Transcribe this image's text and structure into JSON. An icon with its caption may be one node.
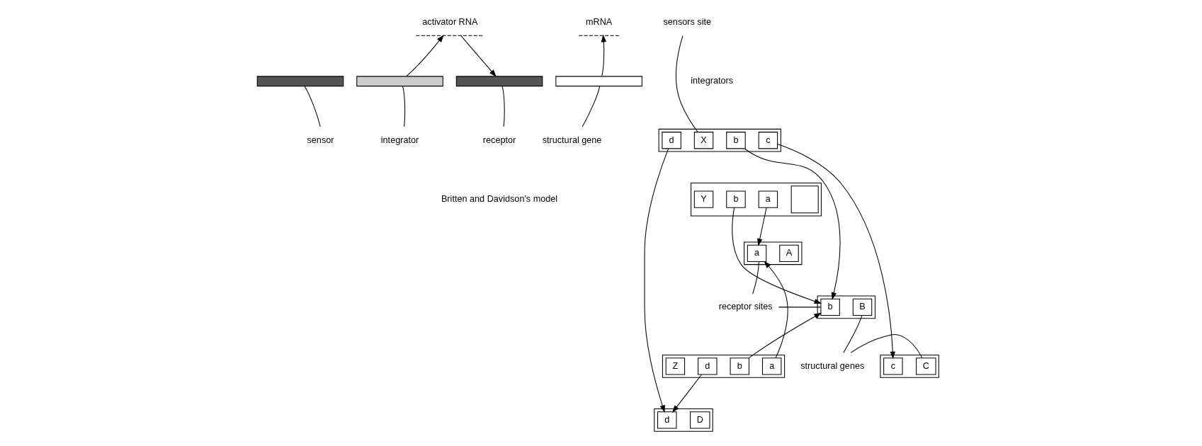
{
  "diagram": {
    "nodes": [
      {
        "text": [
          "activator RNA"
        ]
      },
      {
        "text": [
          "mRNA"
        ]
      },
      {
        "text": [],
        "shape": "bar"
      },
      {
        "text": [],
        "shape": "bar"
      },
      {
        "text": [],
        "shape": "bar"
      },
      {
        "text": [],
        "shape": "bar"
      },
      {
        "text": [
          "sensor"
        ]
      },
      {
        "text": [
          "integrator"
        ]
      },
      {
        "text": [
          "receptor"
        ]
      },
      {
        "text": [
          "structural gene"
        ]
      },
      {
        "text": [],
        "shape": "bar"
      },
      {
        "text": [
          "X"
        ],
        "in": 10
      },
      {
        "text": [
          "d"
        ],
        "in": 10
      },
      {
        "text": [
          "c"
        ],
        "in": 10
      },
      {
        "text": [
          "b"
        ],
        "in": 10
      },
      {
        "text": [],
        "shape": "bar"
      },
      {
        "text": [
          "Y"
        ],
        "in": 15
      },
      {
        "text": [
          "b"
        ],
        "in": 15
      },
      {
        "text": [
          "a"
        ],
        "in": 15
      },
      {
        "text": [],
        "shape": "box",
        "in": 15
      },
      {
        "text": [],
        "shape": "bar"
      },
      {
        "text": [
          "a"
        ],
        "in": 20
      },
      {
        "text": [
          "A"
        ],
        "in": 20
      },
      {
        "text": [],
        "shape": "bar"
      },
      {
        "text": [
          "b"
        ],
        "in": 23
      },
      {
        "text": [
          "B"
        ],
        "in": 23
      },
      {
        "text": [],
        "shape": "bar"
      },
      {
        "text": [
          "c"
        ],
        "in": 26
      },
      {
        "text": [
          "C"
        ],
        "in": 26
      },
      {
        "text": [],
        "shape": "bar"
      },
      {
        "text": [
          "d"
        ],
        "in": 29
      },
      {
        "text": [
          "D"
        ],
        "in": 29
      },
      {
        "text": [],
        "shape": "bar"
      },
      {
        "text": [
          "Z"
        ],
        "in": 32
      },
      {
        "text": [
          "d"
        ],
        "in": 32
      },
      {
        "text": [
          "b"
        ],
        "in": 32
      },
      {
        "text": [
          "a"
        ],
        "in": 32
      },
      {
        "text": [
          "sensors site"
        ]
      },
      {
        "text": [
          "receptor sites"
        ]
      },
      {
        "text": [
          "structural genes"
        ]
      }
    ],
    "edges": [
      {
        "from": 3,
        "to": 0,
        "arrow": "to"
      },
      {
        "from": 0,
        "to": 4,
        "arrow": "to"
      },
      {
        "from": 5,
        "to": 1,
        "arrow": "to"
      },
      {
        "from": 6,
        "to": 2,
        "arrow": "none"
      },
      {
        "from": 7,
        "to": 3,
        "arrow": "none"
      },
      {
        "from": 8,
        "to": 4,
        "arrow": "none"
      },
      {
        "from": 9,
        "to": 5,
        "arrow": "none"
      },
      {
        "from": 12,
        "to": 30,
        "arrow": "to"
      },
      {
        "from": 13,
        "to": 27,
        "arrow": "to"
      },
      {
        "from": 14,
        "to": 24,
        "arrow": "to"
      },
      {
        "from": 17,
        "to": 24,
        "arrow": "to"
      },
      {
        "from": 18,
        "to": 21,
        "arrow": "to"
      },
      {
        "from": 36,
        "to": 21,
        "arrow": "to"
      },
      {
        "from": 35,
        "to": 24,
        "arrow": "to"
      },
      {
        "from": 34,
        "to": 30,
        "arrow": "to"
      },
      {
        "from": 37,
        "to": 11,
        "arrow": "none"
      },
      {
        "from": 38,
        "to": 21,
        "arrow": "none"
      },
      {
        "from": 38,
        "to": 24,
        "arrow": "none"
      },
      {
        "from": 39,
        "to": 25,
        "arrow": "none"
      },
      {
        "from": 39,
        "to": 28,
        "arrow": "none"
      }
    ],
    "labels": [
      "integrators",
      "Britten and Davidson's model"
    ]
  }
}
